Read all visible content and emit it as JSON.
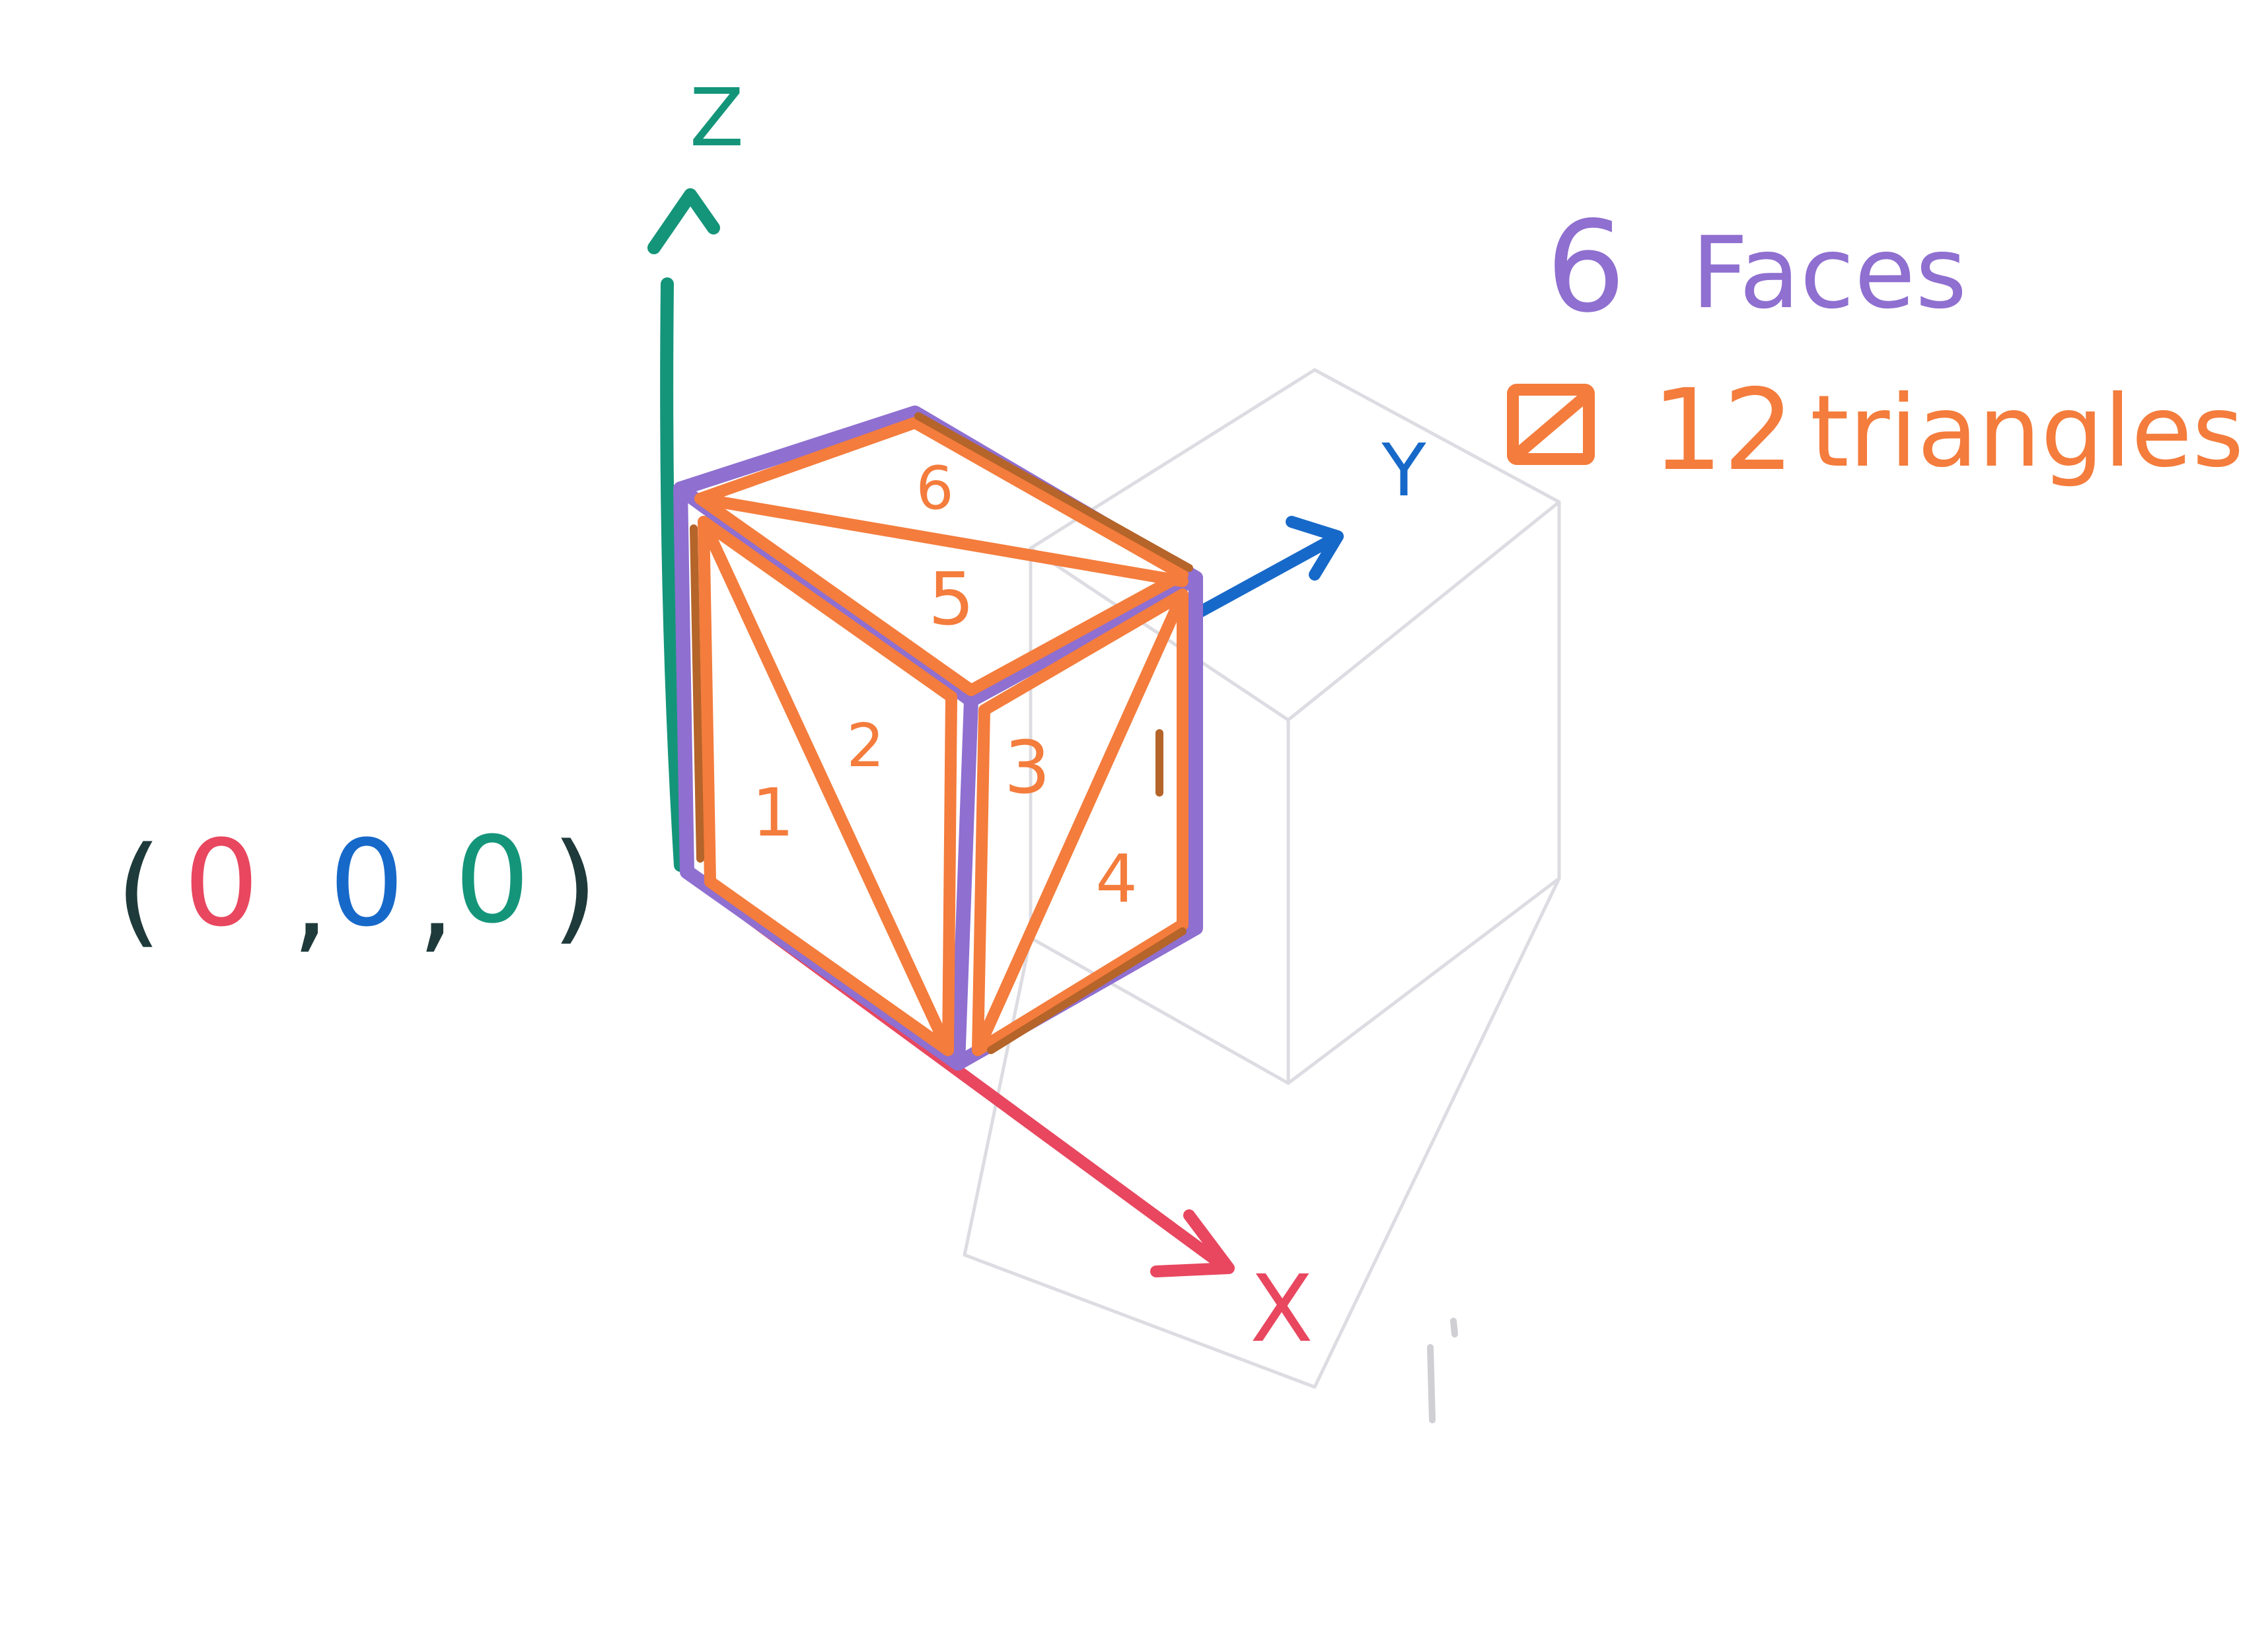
{
  "axes": {
    "z_label": "Z",
    "y_label": "Y",
    "x_label": "X"
  },
  "origin": {
    "open_paren": "(",
    "x_value": "0",
    "comma_1": ",",
    "y_value": "0",
    "comma_2": ",",
    "z_value": "0",
    "close_paren": ")"
  },
  "triangle_numbers": {
    "t1": "1",
    "t2": "2",
    "t3": "3",
    "t4": "4",
    "t5": "5",
    "t6": "6"
  },
  "notes": {
    "faces_count": "6",
    "faces_word": "Faces",
    "triangles_count": "12",
    "triangles_word": "triangles"
  },
  "colors": {
    "z_axis": "#14957a",
    "y_axis": "#1769c9",
    "x_axis": "#e8475f",
    "cube_outline": "#8f6fd0",
    "triangle_edges": "#f47c3c",
    "back_edges": "#b5642a",
    "origin_parens": "#1f3a3a",
    "ghost_cube": "#d8d8df"
  }
}
